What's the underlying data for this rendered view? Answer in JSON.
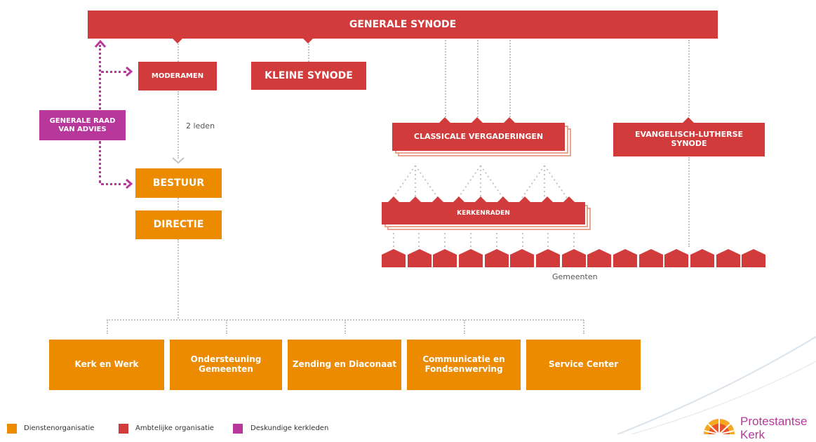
{
  "colors": {
    "ambtelijk": "#d23b3b",
    "diensten": "#ec8a00",
    "deskundig": "#b7389a"
  },
  "nodes": {
    "generale_synode": "GENERALE SYNODE",
    "moderamen": "MODERAMEN",
    "kleine_synode": "KLEINE SYNODE",
    "generale_raad": "GENERALE RAAD VAN ADVIES",
    "bestuur": "BESTUUR",
    "directie": "DIRECTIE",
    "classicale": "CLASSICALE VERGADERINGEN",
    "evangelisch": "EVANGELISCH-LUTHERSE SYNODE",
    "kerkenraden": "KERKENRADEN"
  },
  "labels": {
    "twee_leden": "2 leden",
    "gemeenten": "Gemeenten"
  },
  "departments": [
    "Kerk en Werk",
    "Ondersteuning Gemeenten",
    "Zending en Diaconaat",
    "Communicatie en Fondsenwerving",
    "Service Center"
  ],
  "legend": [
    {
      "label": "Dienstenorganisatie",
      "color": "#ec8a00"
    },
    {
      "label": "Ambtelijke organisatie",
      "color": "#d23b3b"
    },
    {
      "label": "Deskundige kerkleden",
      "color": "#b7389a"
    }
  ],
  "logo": {
    "line1": "Protestantse",
    "line2": "Kerk"
  }
}
